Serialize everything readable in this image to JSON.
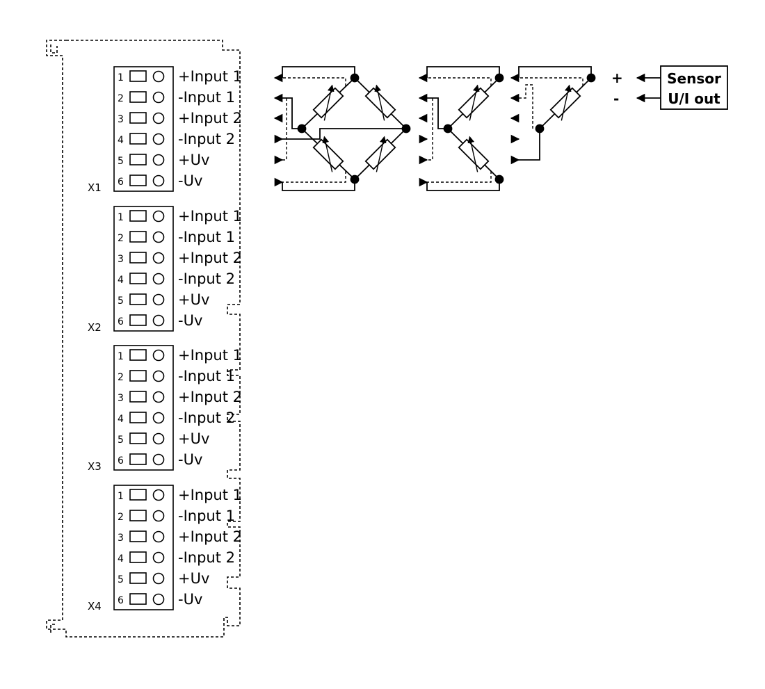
{
  "terminal_blocks": [
    {
      "id": "X1",
      "pins": [
        {
          "num": "1",
          "signal": "+Input 1"
        },
        {
          "num": "2",
          "signal": "-Input 1"
        },
        {
          "num": "3",
          "signal": "+Input 2"
        },
        {
          "num": "4",
          "signal": "-Input 2"
        },
        {
          "num": "5",
          "signal": "+Uv"
        },
        {
          "num": "6",
          "signal": "-Uv"
        }
      ]
    },
    {
      "id": "X2",
      "pins": [
        {
          "num": "1",
          "signal": "+Input 1"
        },
        {
          "num": "2",
          "signal": "-Input 1"
        },
        {
          "num": "3",
          "signal": "+Input 2"
        },
        {
          "num": "4",
          "signal": "-Input 2"
        },
        {
          "num": "5",
          "signal": "+Uv"
        },
        {
          "num": "6",
          "signal": "-Uv"
        }
      ]
    },
    {
      "id": "X3",
      "pins": [
        {
          "num": "1",
          "signal": "+Input 1"
        },
        {
          "num": "2",
          "signal": "-Input 1"
        },
        {
          "num": "3",
          "signal": "+Input 2"
        },
        {
          "num": "4",
          "signal": "-Input 2"
        },
        {
          "num": "5",
          "signal": "+Uv"
        },
        {
          "num": "6",
          "signal": "-Uv"
        }
      ]
    },
    {
      "id": "X4",
      "pins": [
        {
          "num": "1",
          "signal": "+Input 1"
        },
        {
          "num": "2",
          "signal": "-Input 1"
        },
        {
          "num": "3",
          "signal": "+Input 2"
        },
        {
          "num": "4",
          "signal": "-Input 2"
        },
        {
          "num": "5",
          "signal": "+Uv"
        },
        {
          "num": "6",
          "signal": "-Uv"
        }
      ]
    }
  ],
  "sensor": {
    "plus_label": "+",
    "minus_label": "-",
    "box_line1": "Sensor",
    "box_line2": "U/I out"
  },
  "diagrams": [
    "full-bridge-schematic",
    "half-bridge-schematic",
    "quarter-bridge-schematic",
    "sensor-voltage-current-output"
  ],
  "colors": {
    "ink": "#000000",
    "background": "#ffffff"
  }
}
